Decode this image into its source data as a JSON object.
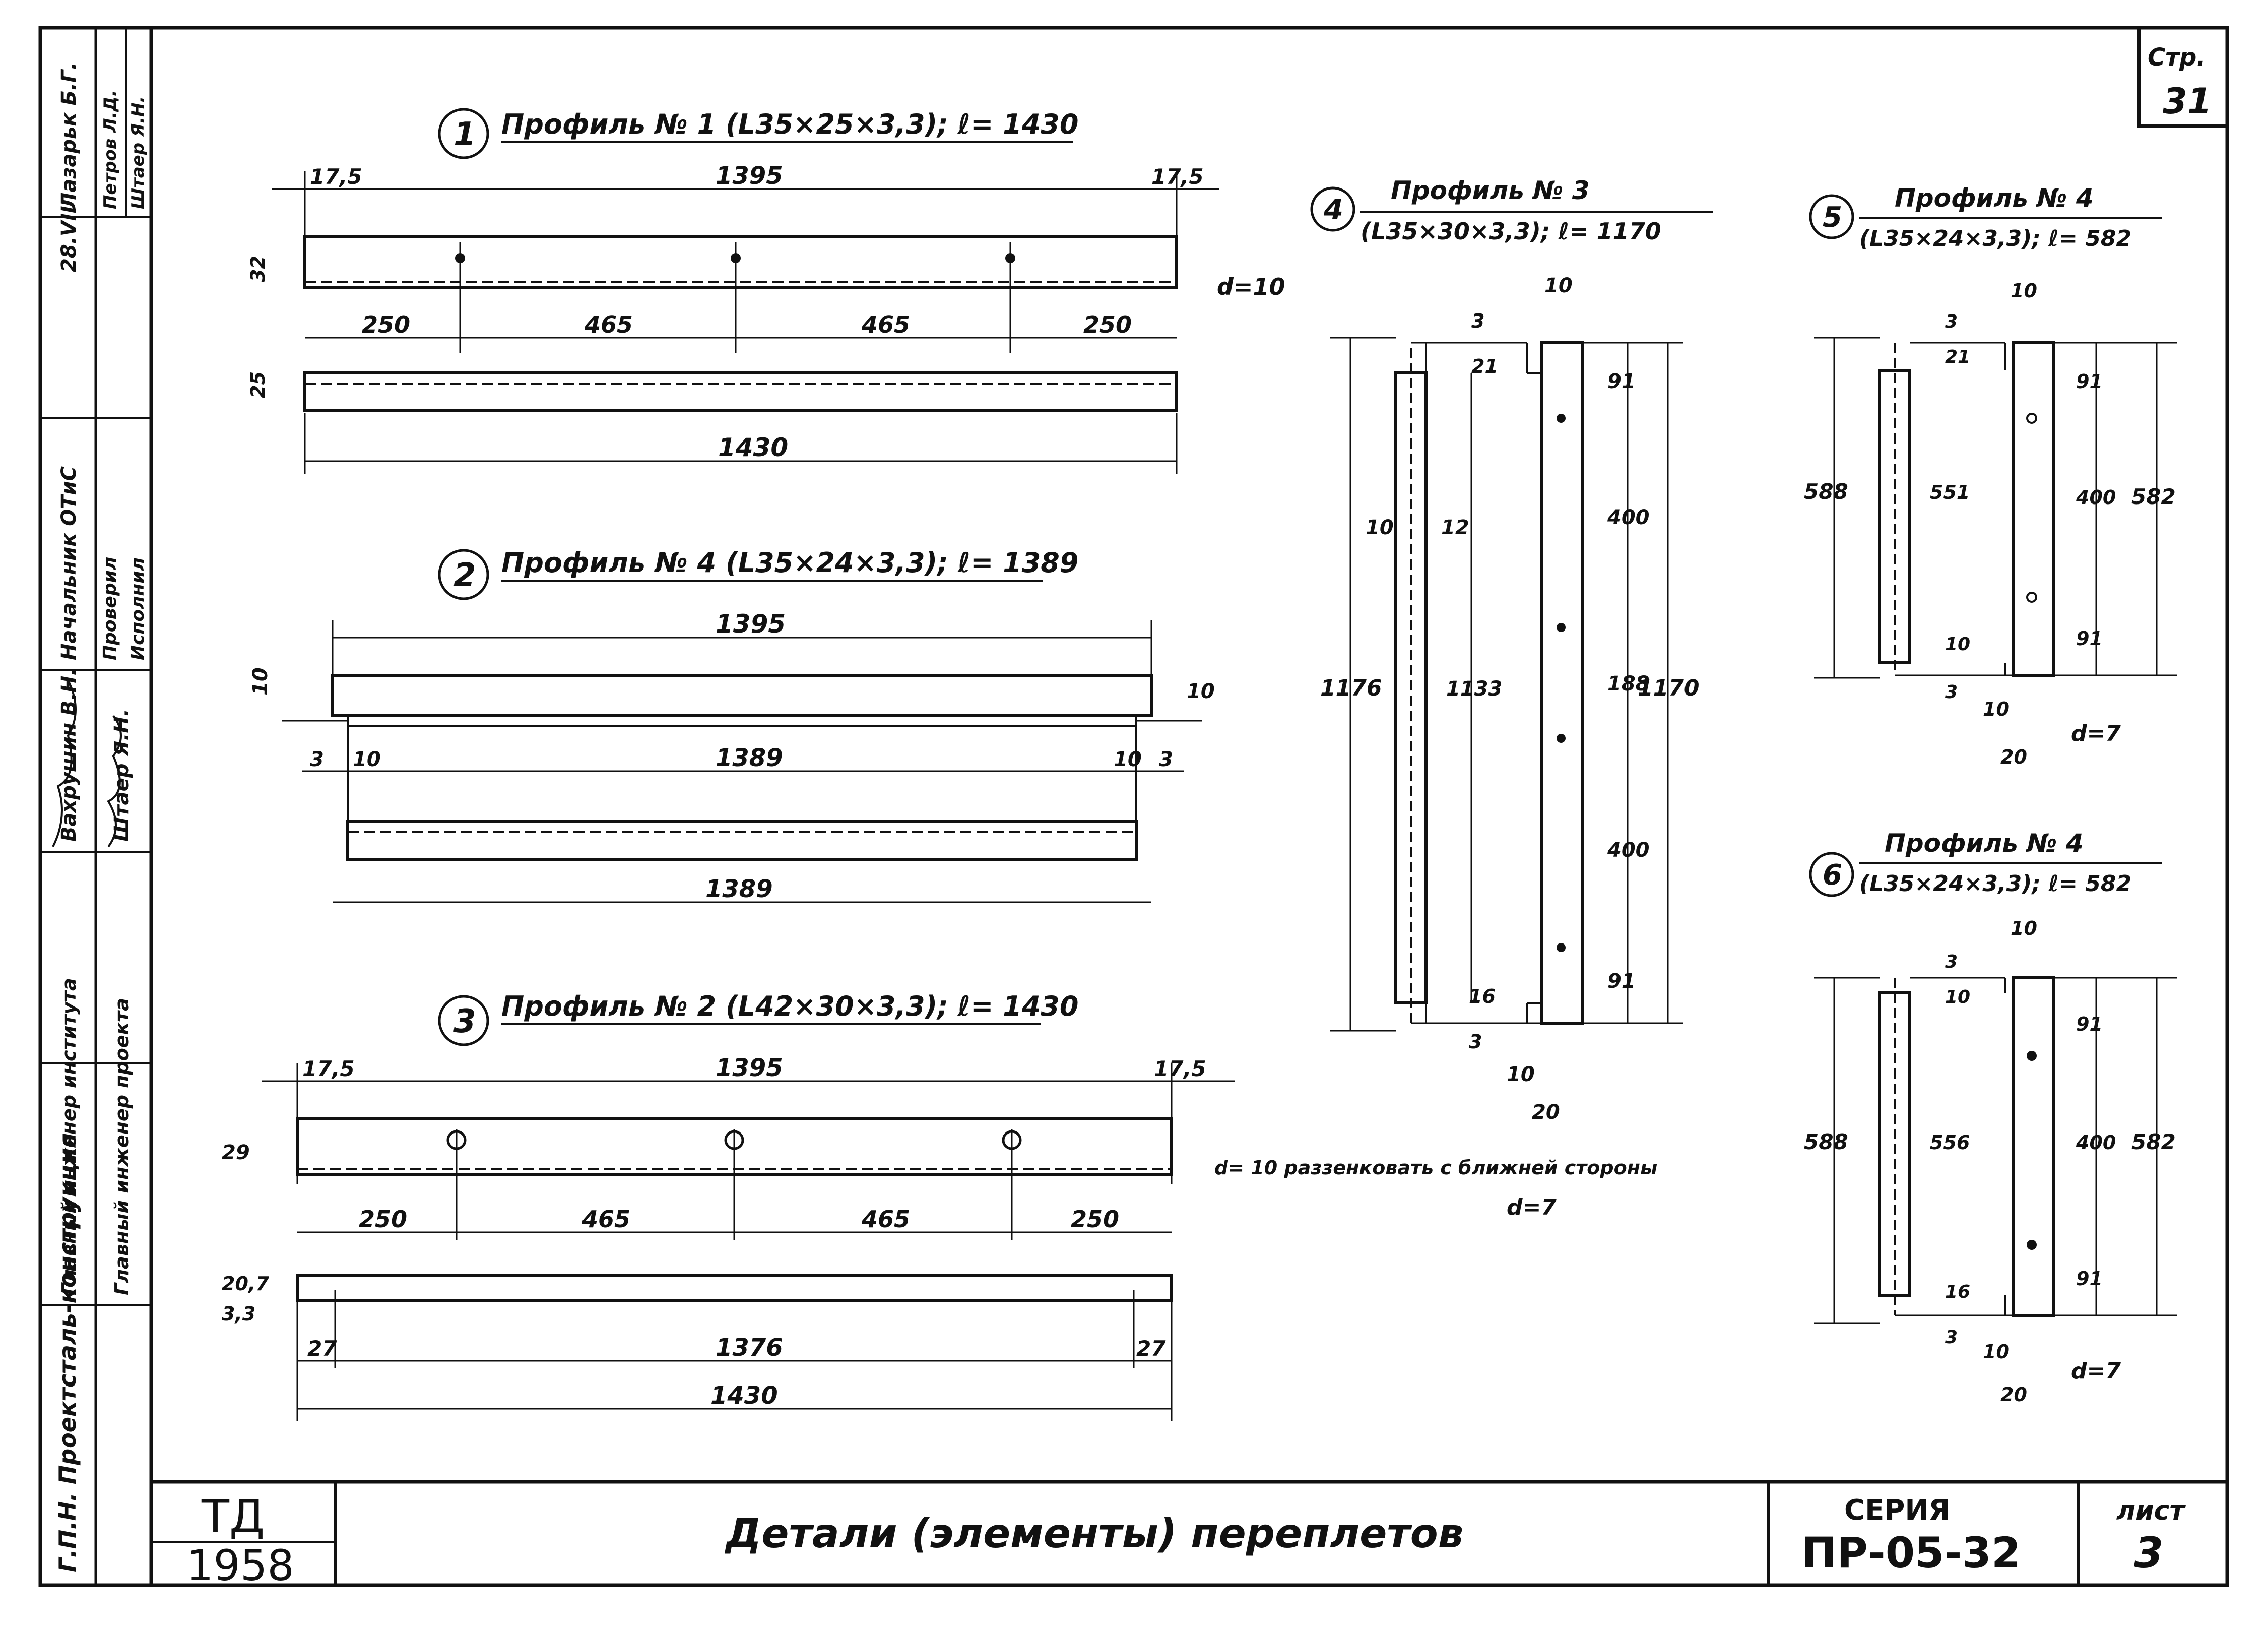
{
  "page": {
    "label": "Стр.",
    "number": "31"
  },
  "stamp": {
    "org_col1": "Г.П.Н. Проектсталь-конструкция",
    "org_col2": "",
    "roles_col1": [
      "Главный инженер института",
      "",
      "Начальник ОТиС",
      "",
      ""
    ],
    "roles_col2": [
      "Главный инженер проекта",
      "",
      "Проверил",
      "Исполнил",
      ""
    ],
    "names_col1": [
      "",
      "Вахрушин В.Н.",
      "",
      "Лазарьк Б.Г."
    ],
    "names_col2": [
      "",
      "Штаер Я.Н.",
      "",
      "Петров Л.Д.",
      "Штаер Я.Н."
    ],
    "dates": "28.VII"
  },
  "titleblock": {
    "logo": "ТД",
    "year": "1958",
    "title": "Детали (элементы) переплетов",
    "series_label": "СЕРИЯ",
    "series_value": "ПР-05-32",
    "sheet_label": "лист",
    "sheet_value": "3"
  },
  "details": [
    {
      "num": "1",
      "title": "Профиль № 1 (L35×25×3,3); ℓ= 1430",
      "dims": [
        "17,5",
        "1395",
        "17,5",
        "32",
        "250",
        "465",
        "465",
        "250",
        "25",
        "1430"
      ],
      "note": "d=10"
    },
    {
      "num": "2",
      "title": "Профиль № 4 (L35×24×3,3); ℓ= 1389",
      "dims": [
        "1395",
        "10",
        "10",
        "3",
        "10",
        "1389",
        "10",
        "3",
        "1389"
      ]
    },
    {
      "num": "3",
      "title": "Профиль № 2 (L42×30×3,3); ℓ= 1430",
      "dims": [
        "17,5",
        "1395",
        "17,5",
        "29",
        "250",
        "465",
        "465",
        "250",
        "20,7",
        "3,3",
        "27",
        "1376",
        "27",
        "1430"
      ],
      "note": "d= 10 раззенковать с ближней стороны"
    },
    {
      "num": "4",
      "title": "Профиль № 3",
      "subtitle": "(L35×30×3,3); ℓ= 1170",
      "dims": [
        "10",
        "3",
        "21",
        "91",
        "10",
        "12",
        "400",
        "188",
        "1176",
        "1133",
        "1170",
        "400",
        "16",
        "91",
        "3",
        "10",
        "20"
      ],
      "note": "d=7"
    },
    {
      "num": "5",
      "title": "Профиль № 4",
      "subtitle": "(L35×24×3,3); ℓ= 582",
      "dims": [
        "10",
        "3",
        "21",
        "91",
        "588",
        "551",
        "400",
        "582",
        "10",
        "91",
        "3",
        "10",
        "20"
      ],
      "note": "d=7"
    },
    {
      "num": "6",
      "title": "Профиль № 4",
      "subtitle": "(L35×24×3,3); ℓ= 582",
      "dims": [
        "10",
        "3",
        "10",
        "91",
        "588",
        "556",
        "400",
        "582",
        "16",
        "91",
        "3",
        "10",
        "20"
      ],
      "note": "d=7"
    }
  ]
}
